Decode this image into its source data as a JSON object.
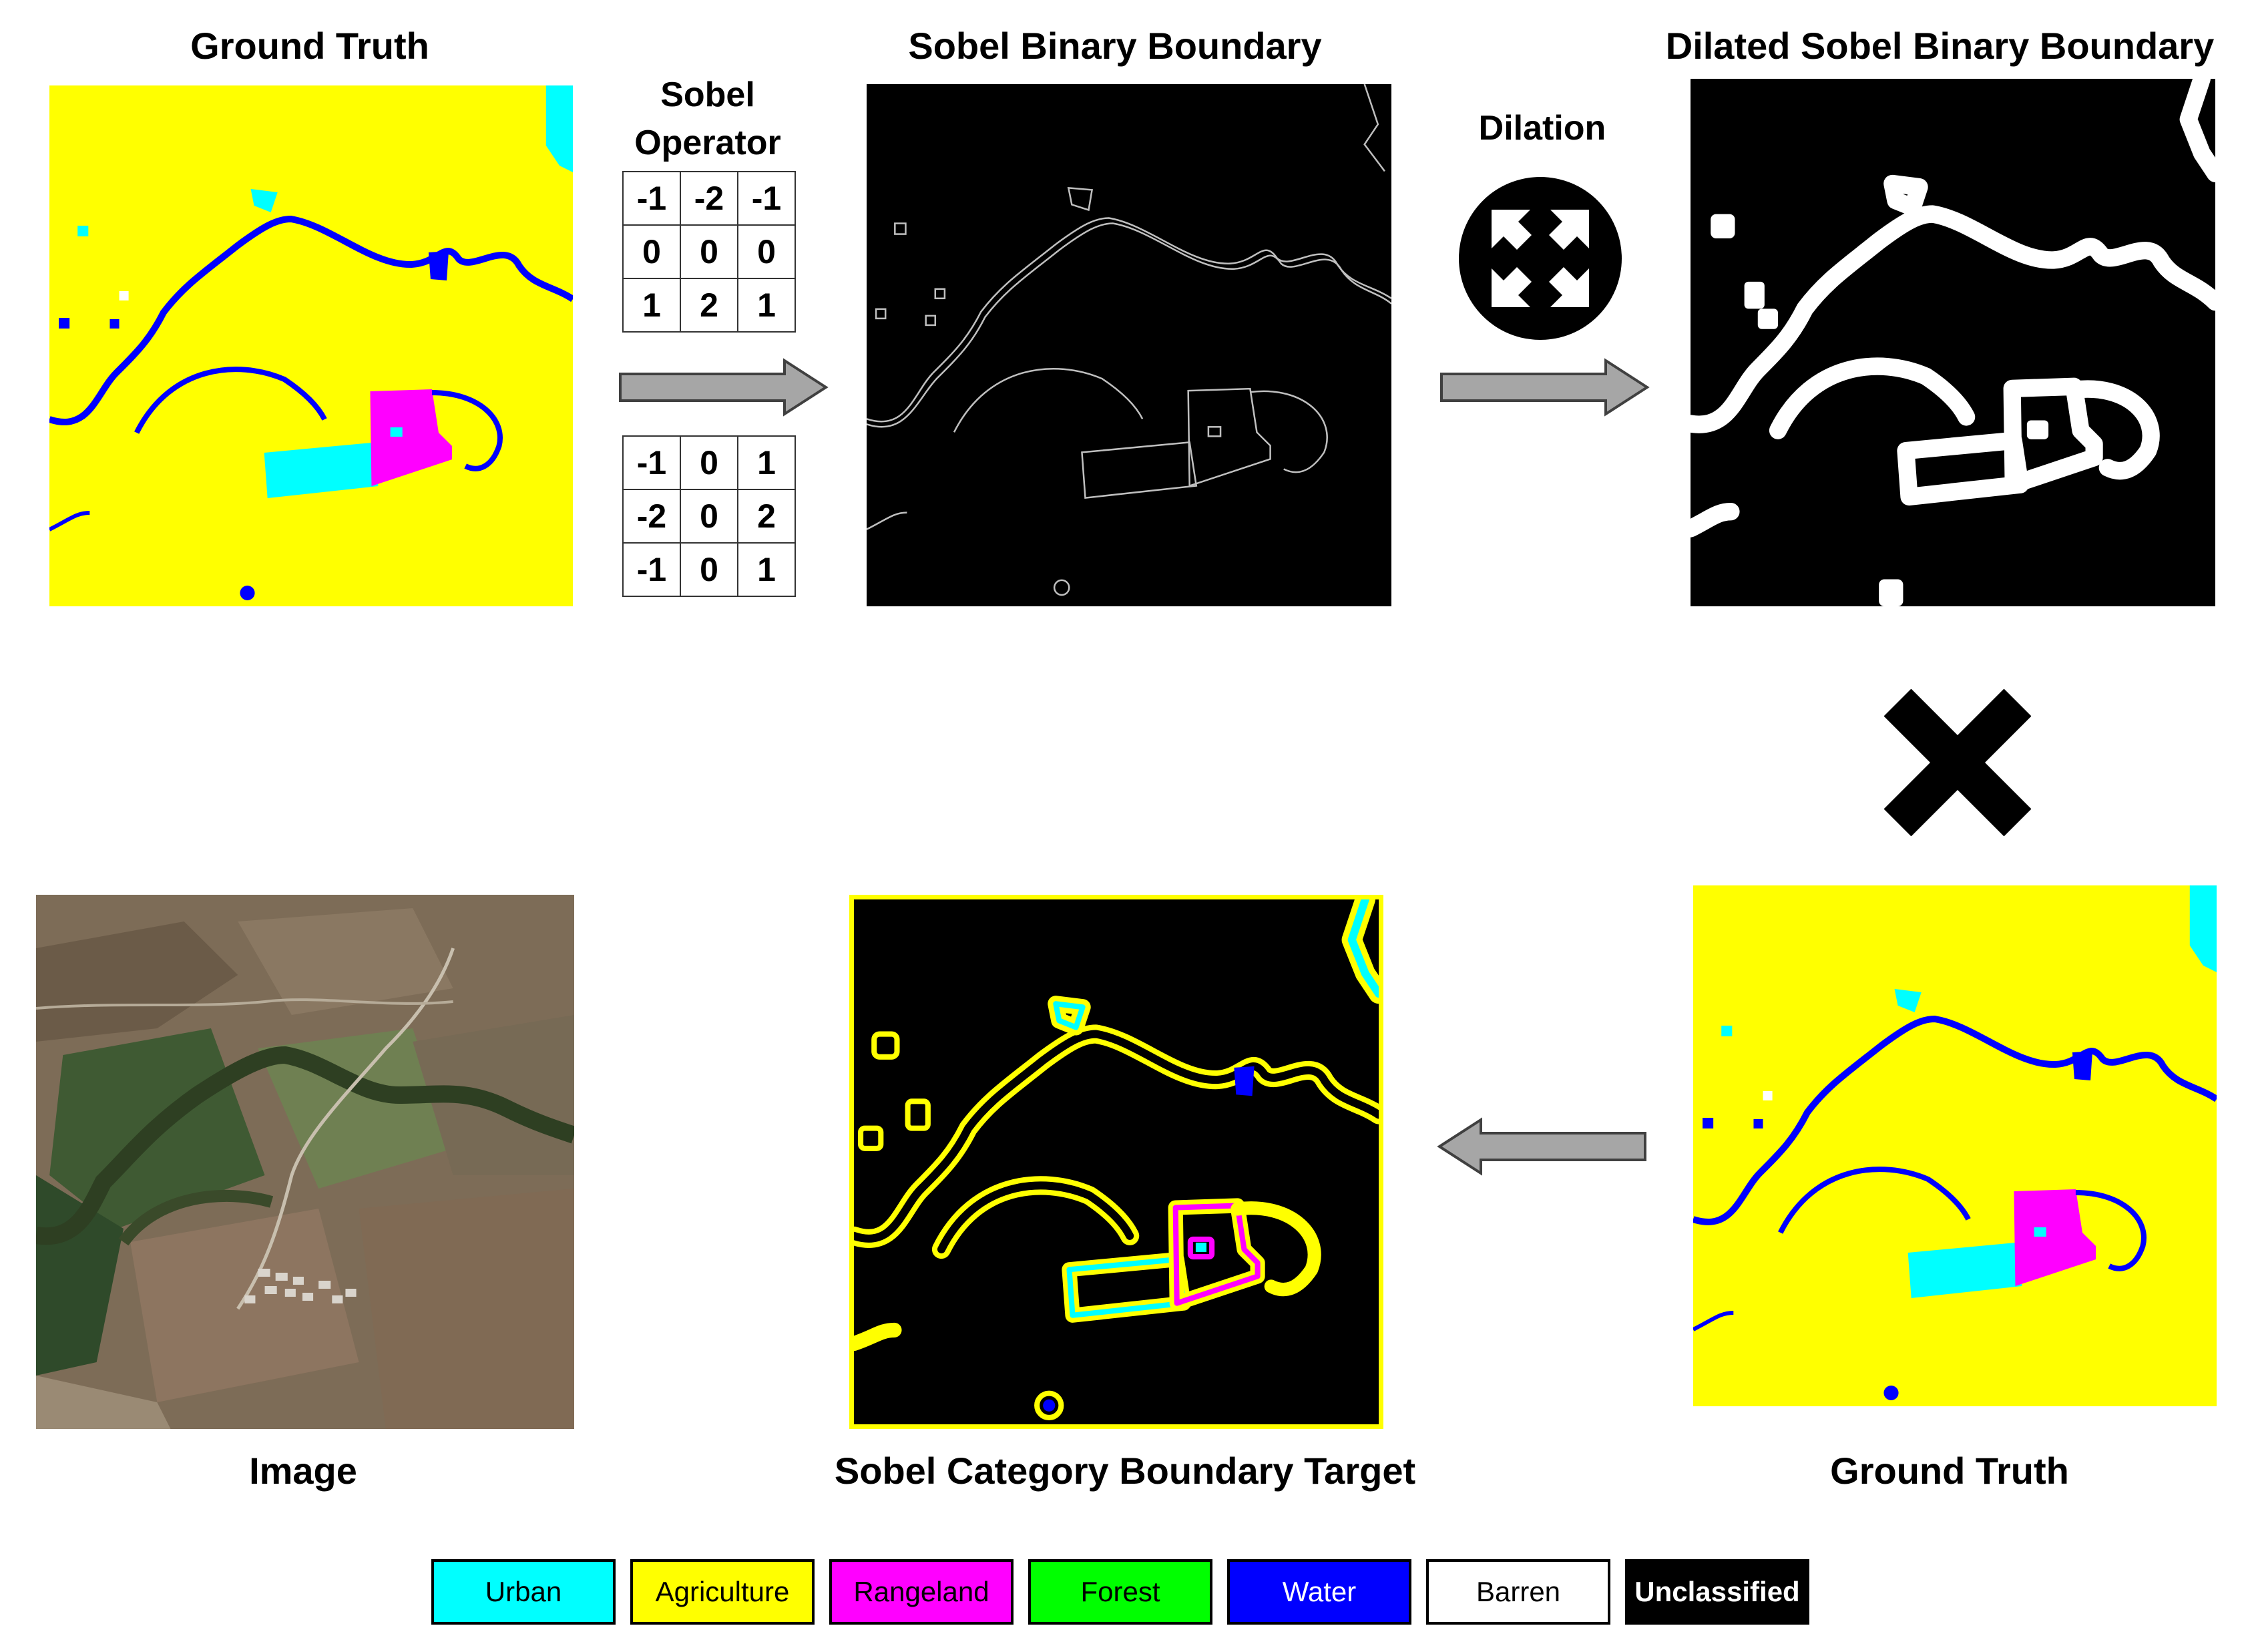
{
  "titles": {
    "gt_top": "Ground Truth",
    "sobel_binary": "Sobel Binary Boundary",
    "dilated": "Dilated Sobel Binary  Boundary",
    "image": "Image",
    "category_target": "Sobel Category Boundary Target",
    "gt_bottom": "Ground Truth"
  },
  "operator": {
    "label_line1": "Sobel",
    "label_line2": "Operator",
    "kernel_gx": [
      [
        "-1",
        "-2",
        "-1"
      ],
      [
        "0",
        "0",
        "0"
      ],
      [
        "1",
        "2",
        "1"
      ]
    ],
    "kernel_gy": [
      [
        "-1",
        "0",
        "1"
      ],
      [
        "-2",
        "0",
        "2"
      ],
      [
        "-1",
        "0",
        "1"
      ]
    ]
  },
  "dilation": {
    "label": "Dilation",
    "icon": "expand-arrows-icon"
  },
  "multiply": {
    "icon": "multiply-x-icon"
  },
  "legend": [
    {
      "label": "Urban",
      "color": "#00ffff",
      "text_color": "#000000"
    },
    {
      "label": "Agriculture",
      "color": "#ffff00",
      "text_color": "#000000"
    },
    {
      "label": "Rangeland",
      "color": "#ff00ff",
      "text_color": "#000000"
    },
    {
      "label": "Forest",
      "color": "#00ff00",
      "text_color": "#000000"
    },
    {
      "label": "Water",
      "color": "#0000ff",
      "text_color": "#ffffff"
    },
    {
      "label": "Barren",
      "color": "#ffffff",
      "text_color": "#000000"
    },
    {
      "label": "Unclassified",
      "color": "#000000",
      "text_color": "#ffffff"
    }
  ]
}
